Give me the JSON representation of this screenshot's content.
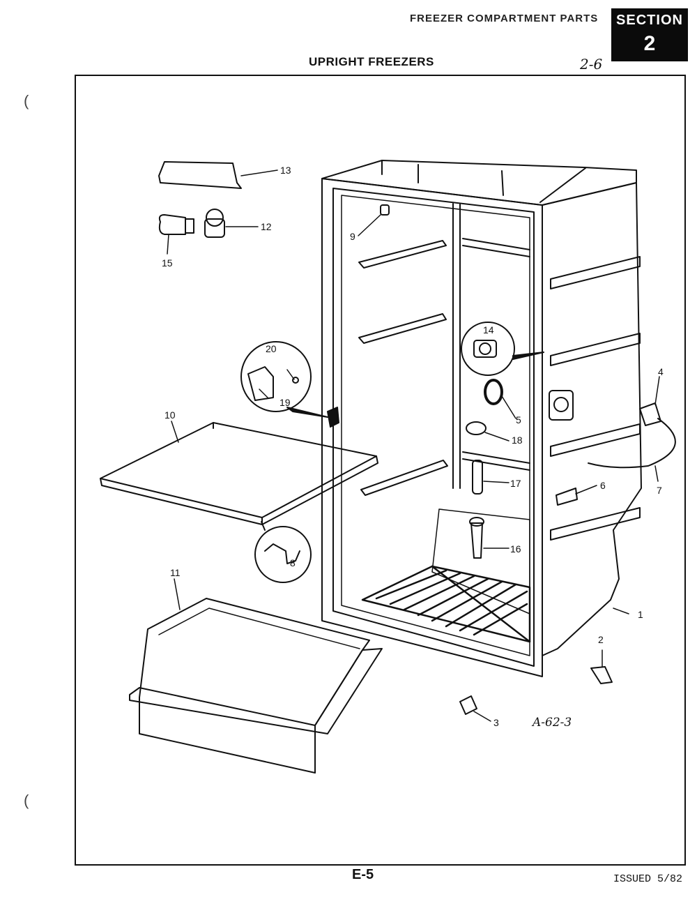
{
  "header": {
    "top_label": "FREEZER COMPARTMENT PARTS",
    "section_label": "SECTION",
    "section_number": "2",
    "title": "UPRIGHT FREEZERS",
    "handwritten_note": "2-6"
  },
  "diagram": {
    "reference_code": "A-62-3",
    "callouts": [
      {
        "id": "c1",
        "label": "1"
      },
      {
        "id": "c2",
        "label": "2"
      },
      {
        "id": "c3",
        "label": "3"
      },
      {
        "id": "c4",
        "label": "4"
      },
      {
        "id": "c5",
        "label": "5"
      },
      {
        "id": "c6",
        "label": "6"
      },
      {
        "id": "c7",
        "label": "7"
      },
      {
        "id": "c8",
        "label": "8"
      },
      {
        "id": "c9",
        "label": "9"
      },
      {
        "id": "c10",
        "label": "10"
      },
      {
        "id": "c11",
        "label": "11"
      },
      {
        "id": "c12",
        "label": "12"
      },
      {
        "id": "c13",
        "label": "13"
      },
      {
        "id": "c14",
        "label": "14"
      },
      {
        "id": "c15",
        "label": "15"
      },
      {
        "id": "c16",
        "label": "16"
      },
      {
        "id": "c17",
        "label": "17"
      },
      {
        "id": "c18",
        "label": "18"
      },
      {
        "id": "c19",
        "label": "19"
      },
      {
        "id": "c20",
        "label": "20"
      }
    ]
  },
  "footer": {
    "page_number": "E-5",
    "issued": "ISSUED 5/82"
  }
}
